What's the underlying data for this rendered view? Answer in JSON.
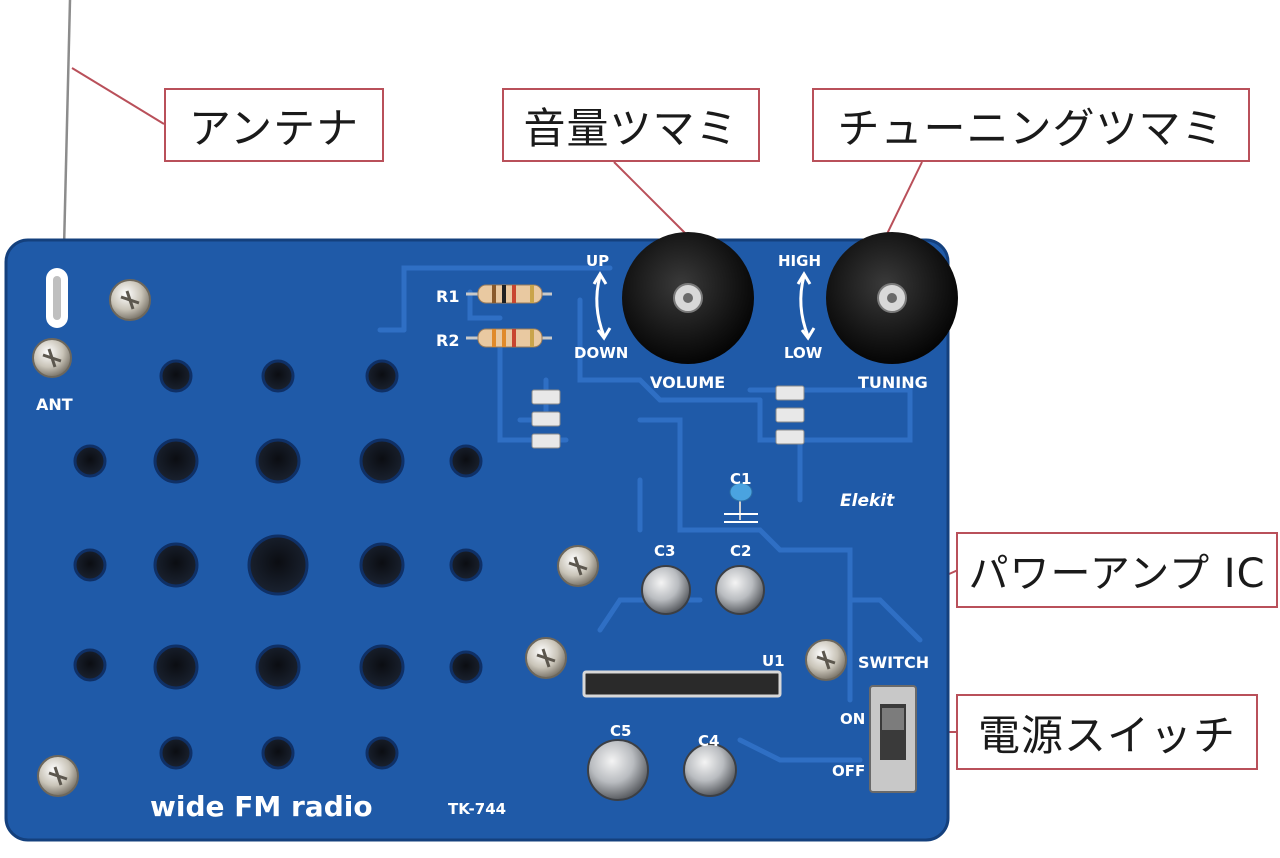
{
  "callouts": {
    "antenna": "アンテナ",
    "volume_knob": "音量ツマミ",
    "tuning_knob": "チューニングツマミ",
    "power_amp_ic": "パワーアンプ IC",
    "power_switch": "電源スイッチ"
  },
  "board": {
    "silkscreen": {
      "ant": "ANT",
      "r1": "R1",
      "r2": "R2",
      "up": "UP",
      "down": "DOWN",
      "volume": "VOLUME",
      "high": "HIGH",
      "low": "LOW",
      "tuning": "TUNING",
      "c1": "C1",
      "c2": "C2",
      "c3": "C3",
      "c4": "C4",
      "c5": "C5",
      "u1": "U1",
      "switch": "SWITCH",
      "on": "ON",
      "off": "OFF",
      "brand": "Elekit",
      "model": "TK-744",
      "title": "wide FM radio"
    }
  },
  "colors": {
    "board": "#1f5aa8",
    "board_dark": "#153f7a",
    "callout_border": "#b9505a",
    "silk": "#ffffff"
  }
}
